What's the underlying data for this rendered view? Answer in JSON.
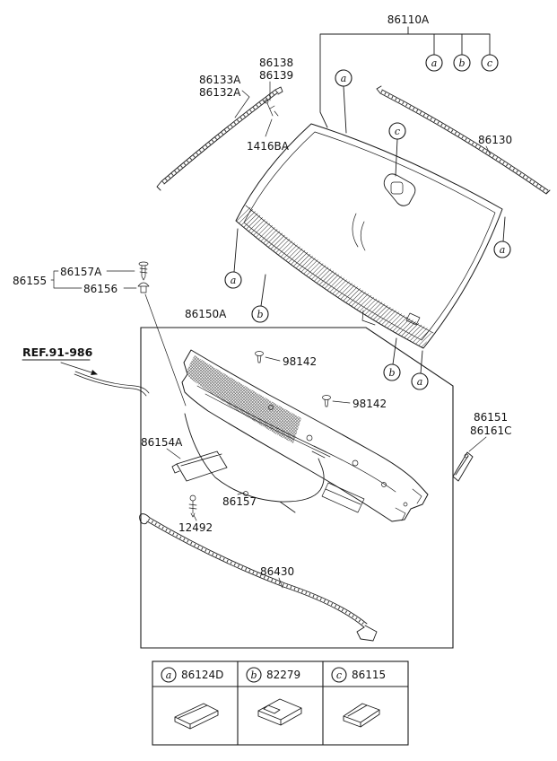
{
  "labels": {
    "glass_assembly": "86110A",
    "clip_86138": "86138",
    "clip_86139": "86139",
    "moulding_86133A": "86133A",
    "moulding_86132A": "86132A",
    "clip_1416BA": "1416BA",
    "side_moulding_86130": "86130",
    "bracket_86155": "86155",
    "screw_86157A": "86157A",
    "clip_86156": "86156",
    "cowl_assembly_86150A": "86150A",
    "reference_note": "REF.91-986",
    "clip_98142_upper": "98142",
    "clip_98142_lower": "98142",
    "cover_86151": "86151",
    "cover_86161C": "86161C",
    "bracket_86154A": "86154A",
    "grommet_86157": "86157",
    "screw_12492": "12492",
    "weatherstrip_86430": "86430"
  },
  "callouts": {
    "a": "a",
    "b": "b",
    "c": "c"
  },
  "legend": {
    "items": [
      {
        "key": "a",
        "part_number": "86124D"
      },
      {
        "key": "b",
        "part_number": "82279"
      },
      {
        "key": "c",
        "part_number": "86115"
      }
    ]
  }
}
